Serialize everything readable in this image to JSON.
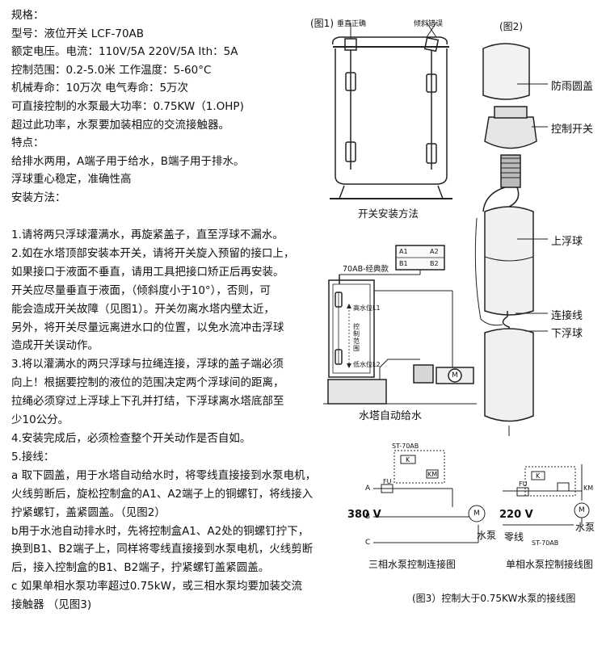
{
  "spec_lines": [
    "规格：",
    "型号：液位开关 LCF-70AB",
    "额定电压。电流：110V/5A 220V/5A Ith：5A",
    "控制范围：0.2-5.0米    工作温度：5-60°C",
    "机械寿命：10万次      电气寿命：5万次",
    "可直接控制的水泵最大功率：0.75KW（1.OHP)",
    "超过此功率，水泵要加装相应的交流接触器。",
    "特点：",
    "给排水两用，A端子用于给水，B端子用于排水。",
    "浮球重心稳定，准确性高",
    "安装方法："
  ],
  "steps_lines": [
    "1.请将两只浮球灌满水，再旋紧盖子，直至浮球不漏水。",
    "2.如在水塔顶部安装本开关，请将开关旋入预留的接口上，",
    "如果接口于液面不垂直，请用工具把接口矫正后再安装。",
    "开关应尽量垂直于液面，（倾斜度小于10°），否则，可",
    "能会造成开关故障（见图1）。开关勿离水塔内壁太近，",
    "另外，将开关尽量远离进水口的位置，以免水流冲击浮球",
    "造成开关误动作。",
    "3.将以灌满水的两只浮球与拉绳连接，浮球的盖子端必须",
    "向上！根据要控制的液位的范围决定两个浮球间的距离，",
    "拉绳必须穿过上浮球上下孔并打结，下浮球离水塔底部至",
    "少10公分。",
    "4.安装完成后，必须检查整个开关动作是否自如。",
    "5.接线：",
    "a 取下圆盖，用于水塔自动给水时，将零线直接接到水泵电机，",
    "火线剪断后，旋松控制盒的A1、A2端子上的铜螺钉，将线接入",
    "拧紧螺钉，盖紧圆盖。（见图2）",
    "b用于水池自动排水时，先将控制盒A1、A2处的铜螺钉拧下，",
    "换到B1、B2端子上，同样将零线直接接到水泵电机，火线剪断",
    "后，接入控制盒的B1、B2端子，拧紧螺钉盖紧圆盖。",
    "c 如果单相水泵功率超过0.75kW，或三相水泵均要加装交流",
    " 接触器 （见图3)"
  ],
  "fig1": {
    "title": "(图1)",
    "vertical_label": "垂直正确",
    "tilt_label": "倾斜错误",
    "caption": "开关安装方法"
  },
  "fig2": {
    "title": "(图2)",
    "cap_label": "防雨圆盖",
    "switch_label": "控制开关",
    "upper_float_label": "上浮球",
    "rope_label": "连接线",
    "lower_float_label": "下浮球"
  },
  "tower": {
    "model_label": "70AB-经典款",
    "terminals": [
      "A1",
      "A2",
      "B1",
      "B2"
    ],
    "high_level": "高水位L1",
    "range_label": "控制范围",
    "low_level": "低水位L2",
    "motor_symbol": "M",
    "caption": "水塔自动给水"
  },
  "three_phase": {
    "model": "ST-70AB",
    "relay_k": "K",
    "fu": "FU",
    "km": "KM",
    "phases": [
      "A",
      "B",
      "C"
    ],
    "voltage": "380 V",
    "motor_symbol": "M",
    "pump_label": "水泵",
    "caption": "三相水泵控制连接图"
  },
  "single_phase": {
    "model": "ST-70AB",
    "relay_k": "K",
    "fu": "FU",
    "km": "KM",
    "voltage": "220 V",
    "neutral_label": "零线",
    "motor_symbol": "M",
    "pump_label": "水泵",
    "caption": "单相水泵控制接线图"
  },
  "fig3_caption": "(图3）控制大于0.75KW水泵的接线图"
}
